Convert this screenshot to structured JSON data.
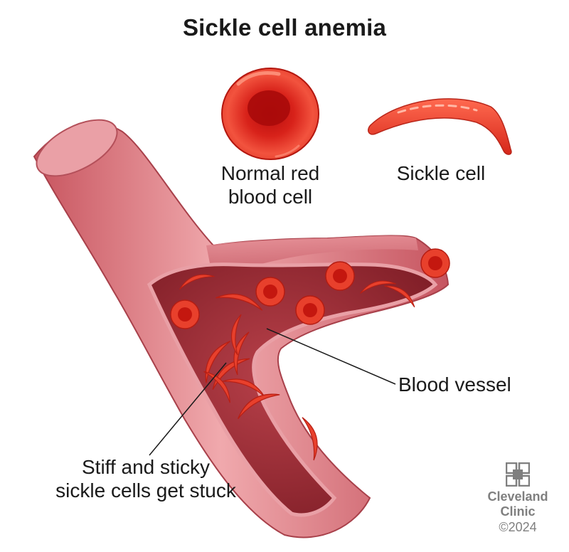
{
  "title": "Sickle cell anemia",
  "labels": {
    "normal_cell": [
      "Normal red",
      "blood cell"
    ],
    "sickle_cell": "Sickle cell",
    "blood_vessel": "Blood vessel",
    "stuck_cells": [
      "Stiff and sticky",
      "sickle cells get stuck"
    ]
  },
  "brand": {
    "name": [
      "Cleveland",
      "Clinic"
    ],
    "copyright": "©2024"
  },
  "colors": {
    "vessel_wall": "#d9727a",
    "vessel_interior": "#9a2a33",
    "cell_red": "#e63a2a",
    "text": "#1a1a1a",
    "brand_gray": "#7f7f7f"
  }
}
